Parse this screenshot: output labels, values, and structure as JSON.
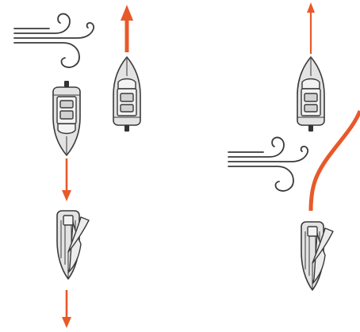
{
  "colors": {
    "background": "#ffffff",
    "ink": "#3a3a3a",
    "accent": "#e8592a"
  },
  "panels": [
    {
      "name": "left",
      "wind_icon": "wind-gust-icon",
      "vessels": [
        {
          "icon": "powerboat-icon",
          "heading": "south"
        },
        {
          "icon": "powerboat-icon",
          "heading": "north"
        },
        {
          "icon": "sailboat-icon",
          "heading": "south"
        }
      ]
    },
    {
      "name": "right",
      "wind_icon": "wind-gust-icon",
      "vessels": [
        {
          "icon": "powerboat-icon",
          "heading": "north"
        },
        {
          "icon": "sailboat-icon",
          "heading": "south"
        }
      ]
    }
  ]
}
